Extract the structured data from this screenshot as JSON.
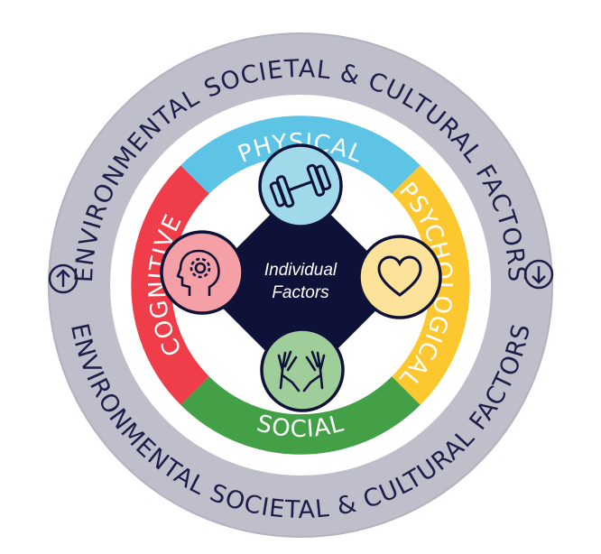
{
  "outer_ring": {
    "top_label": "ENVIRONMENTAL SOCIETAL & CULTURAL FACTORS",
    "bottom_label": "ENVIRONMENTAL SOCIETAL & CULTURAL FACTORS",
    "left_arrow": "arrow-up-icon",
    "right_arrow": "arrow-down-icon",
    "color": "#bfbfcb"
  },
  "segments": {
    "physical": {
      "label": "PHYSICAL",
      "color": "#5ec4e6"
    },
    "psychological": {
      "label": "PSYCHOLOGICAL",
      "color": "#fdc82f"
    },
    "social": {
      "label": "SOCIAL",
      "color": "#43a047"
    },
    "cognitive": {
      "label": "COGNITIVE",
      "color": "#ef3e4a"
    }
  },
  "center": {
    "line1": "Individual",
    "line2": "Factors",
    "color": "#0f1238"
  },
  "icons": {
    "physical": {
      "icon": "dumbbell-icon",
      "color": "#9fd9ea"
    },
    "psychological": {
      "icon": "heart-icon",
      "color": "#fde29a"
    },
    "social": {
      "icon": "hands-icon",
      "color": "#9fce9a"
    },
    "cognitive": {
      "icon": "head-gear-icon",
      "color": "#f5a0a6"
    }
  }
}
